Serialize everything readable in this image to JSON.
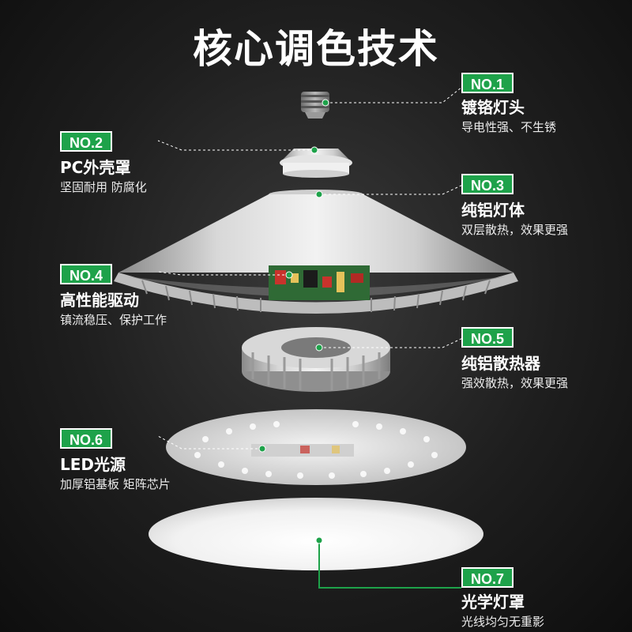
{
  "title": "核心调色技术",
  "components": [
    {
      "badge": "NO.1",
      "name": "镀铬灯头",
      "desc": "导电性强、不生锈"
    },
    {
      "badge": "NO.2",
      "name": "PC外壳罩",
      "desc": "坚固耐用 防腐化"
    },
    {
      "badge": "NO.3",
      "name": "纯铝灯体",
      "desc": "双层散热，效果更强"
    },
    {
      "badge": "NO.4",
      "name": "高性能驱动",
      "desc": "镇流稳压、保护工作"
    },
    {
      "badge": "NO.5",
      "name": "纯铝散热器",
      "desc": "强效散热，效果更强"
    },
    {
      "badge": "NO.6",
      "name": "LED光源",
      "desc": "加厚铝基板 矩阵芯片"
    },
    {
      "badge": "NO.7",
      "name": "光学灯罩",
      "desc": "光线均匀无重影"
    }
  ],
  "colors": {
    "accent": "#1ea24a",
    "background": "#1e1e1e",
    "text": "#ffffff"
  }
}
